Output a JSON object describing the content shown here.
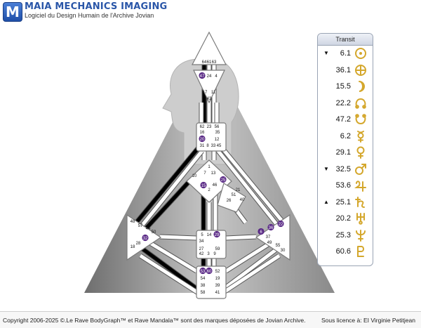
{
  "header": {
    "logo_letter": "M",
    "title": "MAIA MECHANICS IMAGING",
    "subtitle": "Logiciel du Design Humain de l'Archive Jovian"
  },
  "bodygraph": {
    "head_gates": [
      "64",
      "61",
      "63"
    ],
    "ajna_gates": [
      "47",
      "24",
      "4",
      "17",
      "11",
      "43"
    ],
    "throat_gates": [
      "62",
      "23",
      "56",
      "16",
      "35",
      "20",
      "12",
      "31",
      "8",
      "33",
      "45"
    ],
    "g_gates": [
      "1",
      "7",
      "13",
      "10",
      "15",
      "46",
      "2",
      "25"
    ],
    "ego_gates": [
      "21",
      "51",
      "26",
      "40"
    ],
    "spleen_gates": [
      "48",
      "57",
      "44",
      "50",
      "32",
      "28",
      "18"
    ],
    "sacral_gates": [
      "5",
      "14",
      "29",
      "34",
      "27",
      "59",
      "42",
      "3",
      "9"
    ],
    "solar_gates": [
      "6",
      "36",
      "22",
      "37",
      "49",
      "55",
      "30"
    ],
    "root_gates": [
      "53",
      "60",
      "52",
      "54",
      "19",
      "38",
      "39",
      "58",
      "41"
    ],
    "highlight_gates": [
      "47",
      "20",
      "15",
      "25",
      "32",
      "29",
      "6",
      "22",
      "36",
      "53",
      "60"
    ],
    "colors": {
      "center_fill": "#ffffff",
      "center_stroke": "#7a7a7a",
      "channel": "#ffffff",
      "active_channel": "#000000",
      "highlight": "#5a2a86",
      "triangle": "#9e9e9e",
      "silhouette": "#c9c9c9"
    }
  },
  "transit": {
    "title": "Transit",
    "rows": [
      {
        "arrow": "▼",
        "value": "6.1",
        "icon": "sun-icon",
        "color": "#d4a72c"
      },
      {
        "arrow": "",
        "value": "36.1",
        "icon": "earth-icon",
        "color": "#d4a72c"
      },
      {
        "arrow": "",
        "value": "15.5",
        "icon": "moon-icon",
        "color": "#d4a72c"
      },
      {
        "arrow": "",
        "value": "22.2",
        "icon": "north-node-icon",
        "color": "#d4a72c"
      },
      {
        "arrow": "",
        "value": "47.2",
        "icon": "south-node-icon",
        "color": "#d4a72c"
      },
      {
        "arrow": "",
        "value": "6.2",
        "icon": "mercury-icon",
        "color": "#d4a72c"
      },
      {
        "arrow": "",
        "value": "29.1",
        "icon": "venus-icon",
        "color": "#d4a72c"
      },
      {
        "arrow": "▼",
        "value": "32.5",
        "icon": "mars-icon",
        "color": "#d4a72c"
      },
      {
        "arrow": "",
        "value": "53.6",
        "icon": "jupiter-icon",
        "color": "#d4a72c"
      },
      {
        "arrow": "▲",
        "value": "25.1",
        "icon": "saturn-icon",
        "color": "#d4a72c"
      },
      {
        "arrow": "",
        "value": "20.2",
        "icon": "uranus-icon",
        "color": "#d4a72c"
      },
      {
        "arrow": "",
        "value": "25.3",
        "icon": "neptune-icon",
        "color": "#d4a72c"
      },
      {
        "arrow": "",
        "value": "60.6",
        "icon": "pluto-icon",
        "color": "#d4a72c"
      }
    ]
  },
  "footer": {
    "copyright": "Copyright 2006-2025 ©.Le Rave BodyGraph™ et Rave Mandala™ sont des marques déposées de Jovian Archive.",
    "license": "Sous licence à: EI Virginie Petitjean"
  }
}
